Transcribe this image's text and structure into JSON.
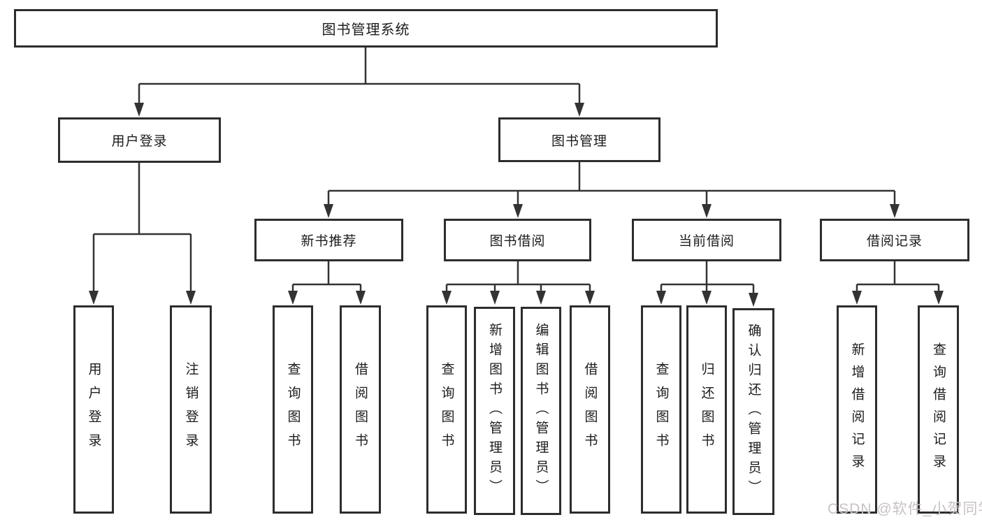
{
  "tree": {
    "root": "图书管理系统",
    "branches": [
      {
        "label": "用户登录",
        "children": [
          "用户登录",
          "注销登录"
        ]
      },
      {
        "label": "图书管理",
        "children": [
          {
            "label": "新书推荐",
            "children": [
              "查询图书",
              "借阅图书"
            ]
          },
          {
            "label": "图书借阅",
            "children": [
              "查询图书",
              "新增图书（管理员）",
              "编辑图书（管理员）",
              "借阅图书"
            ]
          },
          {
            "label": "当前借阅",
            "children": [
              "查询图书",
              "归还图书",
              "确认归还（管理员）"
            ]
          },
          {
            "label": "借阅记录",
            "children": [
              "新增借阅记录",
              "查询借阅记录"
            ]
          }
        ]
      }
    ]
  },
  "watermark": {
    "text": "CSDN @软件_小贺同学",
    "color": "#c9c2c2"
  },
  "colors": {
    "background": "#ffffff",
    "box_border": "#2d2d2d",
    "connector": "#333333",
    "text": "#1c1c1c"
  }
}
